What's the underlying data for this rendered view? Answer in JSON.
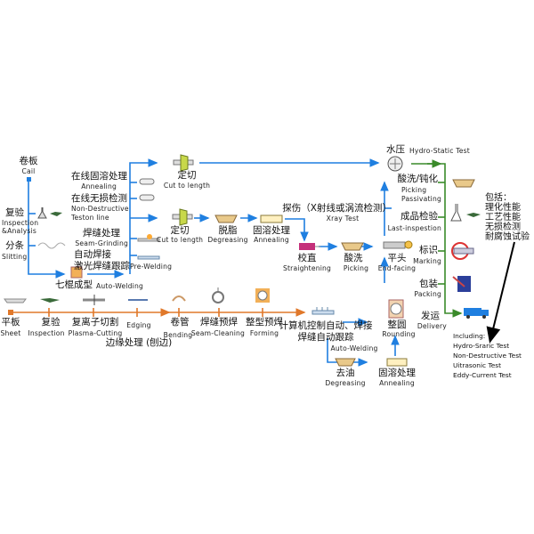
{
  "colors": {
    "blue_flow": "#1f7fe0",
    "orange_flow": "#e0782a",
    "green_flow": "#3a8a2a",
    "arrow_black": "#000000"
  },
  "coil_branch": {
    "start": {
      "cn": "卷板",
      "en": "Cail"
    },
    "inspection": {
      "cn": "复验",
      "en1": "Inspection",
      "en2": "&Analysis"
    },
    "slitting": {
      "cn": "分条",
      "en": "Slitting"
    },
    "forming": {
      "cn": "七棍成型",
      "en": "Auto-Welding"
    },
    "annealing_online": {
      "cn": "在线固溶处理",
      "en": "Annealing"
    },
    "ndt_online": {
      "cn": "在线无损检测",
      "en1": "Non-Destructive",
      "en2": "Teston line"
    },
    "seam_grinding": {
      "cn": "焊缝处理",
      "en": "Seam-Grinding"
    },
    "auto_welding": {
      "cn1": "自动焊接",
      "cn2": "激光焊缝跟踪",
      "en": "Pre-Welding"
    },
    "cut_top": {
      "cn": "定切",
      "en": "Cut to length"
    },
    "cut_mid": {
      "cn": "定切",
      "en": "Cut to length"
    },
    "degreasing": {
      "cn": "脱脂",
      "en": "Degreasing"
    },
    "annealing": {
      "cn": "固溶处理",
      "en": "Annealing"
    }
  },
  "center": {
    "xray": {
      "cn": "探伤（X射线或涡流检测）",
      "en": "Xray Test"
    },
    "straightening": {
      "cn": "校直",
      "en": "Straightening"
    },
    "picking": {
      "cn": "酸洗",
      "en": "Picking"
    },
    "end_facing": {
      "cn": "平头",
      "en": "End-facing"
    },
    "hydro": {
      "cn": "水压",
      "en": "Hydro-Static Test"
    }
  },
  "final_line": {
    "passivating": {
      "cn": "酸洗/钝化",
      "en1": "Picking",
      "en2": "Passivating"
    },
    "last_inspection": {
      "cn": "成品检验",
      "en": "Last-inspestion"
    },
    "marking": {
      "cn": "标识",
      "en": "Marking"
    },
    "packing": {
      "cn": "包装",
      "en": "Packing"
    },
    "delivery": {
      "cn": "发运",
      "en": "Delivery"
    }
  },
  "note_cn": {
    "title": "包括：",
    "items": [
      "理化性能",
      "工艺性能",
      "无损检测",
      "耐腐蚀试验"
    ]
  },
  "note_en": {
    "title": "Including:",
    "items": [
      "Hydro-Sraric Test",
      "Non-Destructive Test",
      "Uitrasonic Test",
      "Eddy-Current Test"
    ]
  },
  "sheet_line": {
    "sheet": {
      "cn": "平板",
      "en": "Sheet"
    },
    "inspection": {
      "cn": "复验",
      "en": "Inspection"
    },
    "plasma": {
      "cn": "复离子切割",
      "en": "Plasma-Cutting"
    },
    "edging": {
      "cn": "",
      "en": "Edging"
    },
    "edge_treat": {
      "cn": "边缘处理 (刨边)"
    },
    "bending": {
      "cn": "卷管",
      "en": "Bending"
    },
    "seam_clean": {
      "cn": "焊缝预焊",
      "en": "Seam-Cleaning"
    },
    "forming": {
      "cn": "整型预焊",
      "en": "Forming"
    },
    "computer_weld": {
      "cn1": "计算机控制自动、焊接",
      "cn2": "焊缝自动跟踪",
      "en": "Auto-Welding"
    },
    "rounding": {
      "cn": "整圆",
      "en": "Rounding"
    },
    "degreasing": {
      "cn": "去油",
      "en": "Degreasing"
    },
    "annealing": {
      "cn": "固溶处理",
      "en": "Annealing"
    }
  }
}
